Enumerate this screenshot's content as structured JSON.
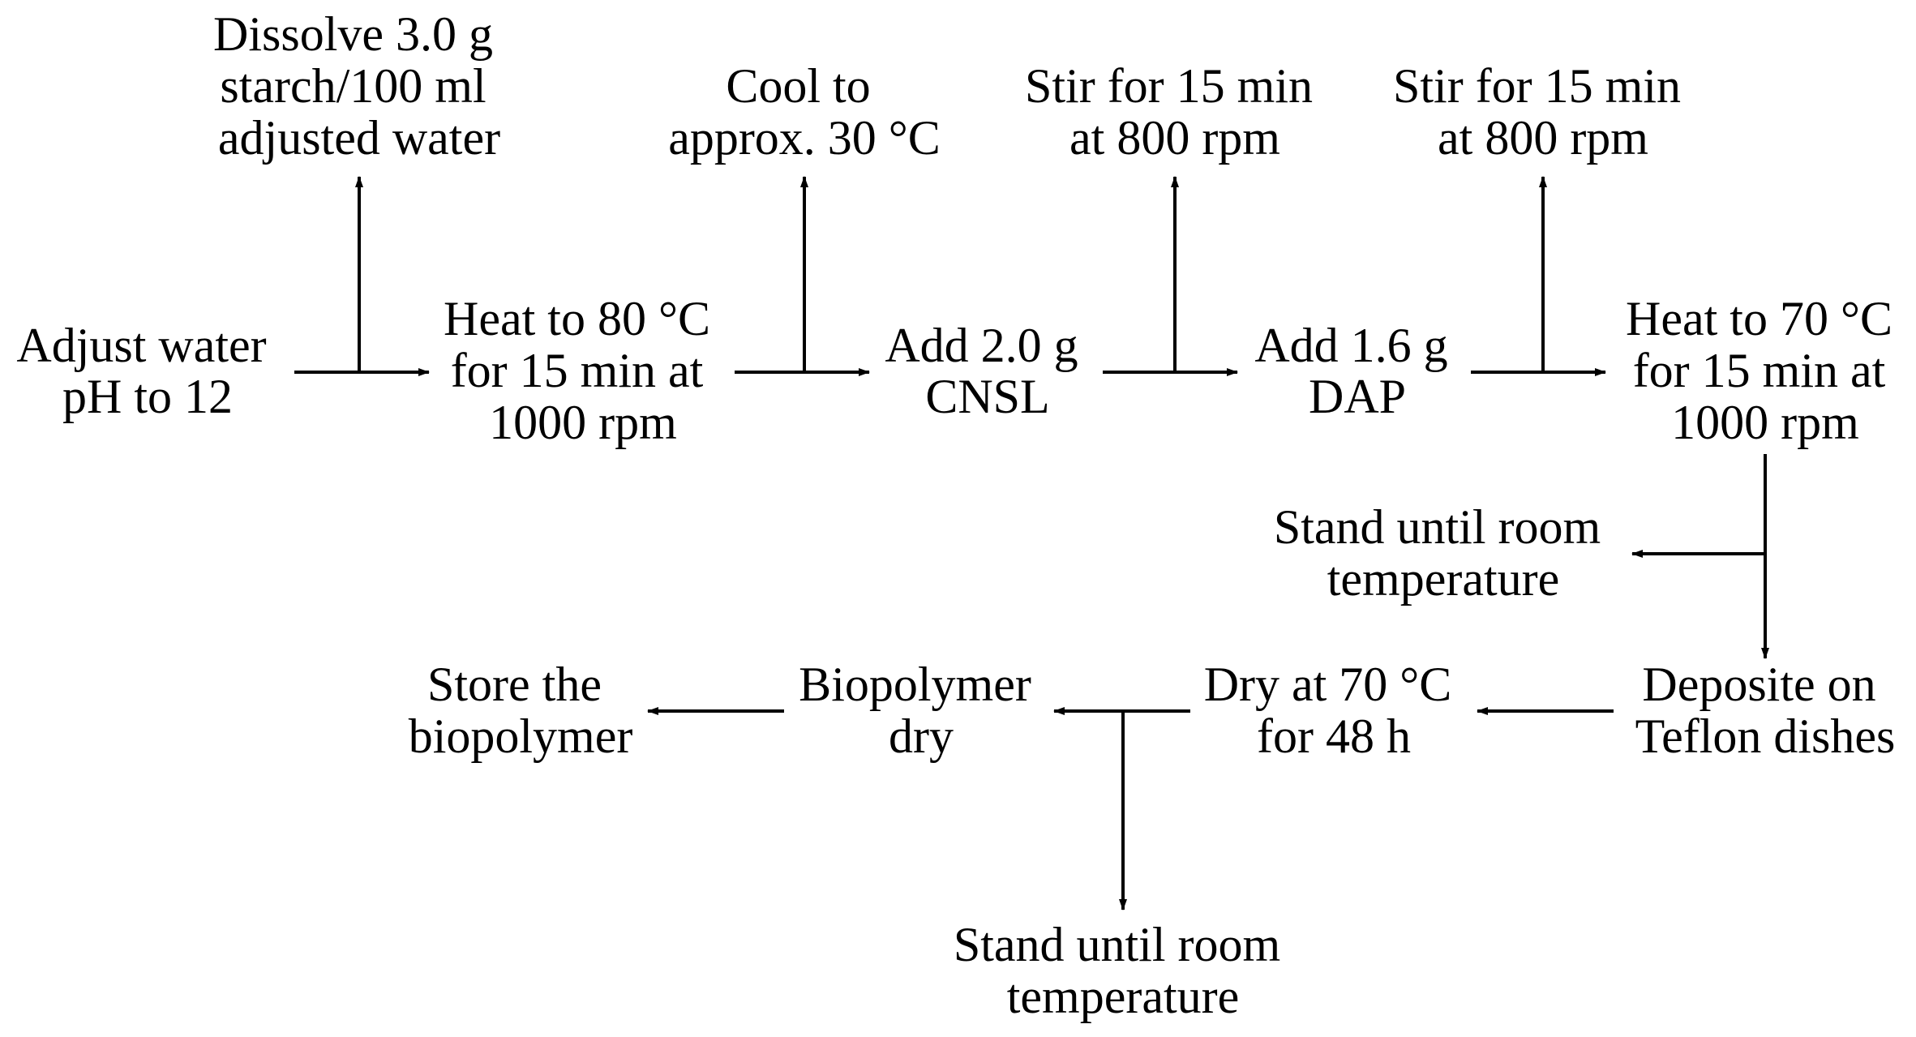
{
  "diagram": {
    "nodes": [
      {
        "id": "adjust-water",
        "lines": [
          "Adjust water",
          "pH to 12"
        ]
      },
      {
        "id": "dissolve-starch",
        "lines": [
          "Dissolve 3.0 g",
          "starch/100 ml",
          "adjusted water"
        ]
      },
      {
        "id": "heat-80",
        "lines": [
          "Heat to 80 °C",
          "for 15 min at",
          "1000 rpm"
        ]
      },
      {
        "id": "cool-30",
        "lines": [
          "Cool to",
          "approx. 30 °C"
        ]
      },
      {
        "id": "add-cnsl",
        "lines": [
          "Add 2.0 g",
          "CNSL"
        ]
      },
      {
        "id": "stir-1",
        "lines": [
          "Stir for 15 min",
          "at 800 rpm"
        ]
      },
      {
        "id": "add-dap",
        "lines": [
          "Add 1.6 g",
          "DAP"
        ]
      },
      {
        "id": "stir-2",
        "lines": [
          "Stir for 15 min",
          "at 800 rpm"
        ]
      },
      {
        "id": "heat-70",
        "lines": [
          "Heat to 70 °C",
          "for 15 min at",
          "1000 rpm"
        ]
      },
      {
        "id": "stand-room-1",
        "lines": [
          "Stand until room",
          "temperature"
        ]
      },
      {
        "id": "deposit-teflon",
        "lines": [
          "Deposite on",
          "Teflon dishes"
        ]
      },
      {
        "id": "dry-70",
        "lines": [
          "Dry at 70 °C",
          "for 48 h"
        ]
      },
      {
        "id": "biopolymer-dry",
        "lines": [
          "Biopolymer",
          "dry"
        ]
      },
      {
        "id": "store-biopolymer",
        "lines": [
          "Store the",
          "biopolymer"
        ]
      },
      {
        "id": "stand-room-2",
        "lines": [
          "Stand until room",
          "temperature"
        ]
      }
    ],
    "connections": [
      {
        "from": "adjust-water",
        "to": "heat-80"
      },
      {
        "from": "adjust-water",
        "to": "dissolve-starch"
      },
      {
        "from": "heat-80",
        "to": "add-cnsl"
      },
      {
        "from": "heat-80",
        "to": "cool-30"
      },
      {
        "from": "add-cnsl",
        "to": "add-dap"
      },
      {
        "from": "add-cnsl",
        "to": "stir-1"
      },
      {
        "from": "add-dap",
        "to": "heat-70"
      },
      {
        "from": "add-dap",
        "to": "stir-2"
      },
      {
        "from": "heat-70",
        "to": "deposit-teflon"
      },
      {
        "from": "heat-70",
        "to": "stand-room-1"
      },
      {
        "from": "deposit-teflon",
        "to": "dry-70"
      },
      {
        "from": "dry-70",
        "to": "biopolymer-dry"
      },
      {
        "from": "dry-70",
        "to": "stand-room-2"
      },
      {
        "from": "biopolymer-dry",
        "to": "store-biopolymer"
      }
    ]
  }
}
